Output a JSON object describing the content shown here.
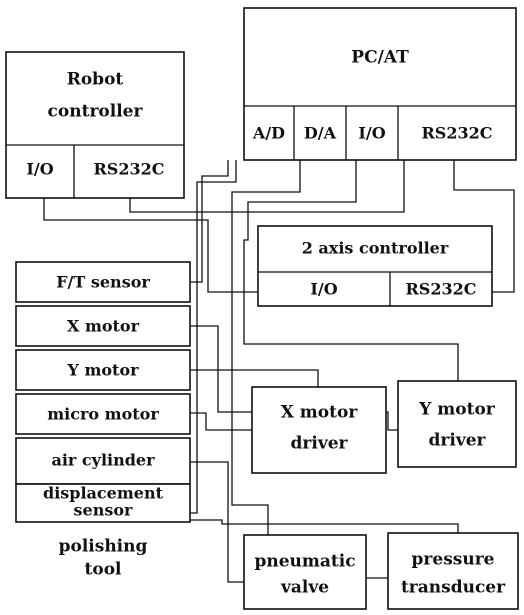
{
  "pc": {
    "title": "PC/AT",
    "ports": {
      "ad": "A/D",
      "da": "D/A",
      "io": "I/O",
      "rs232c": "RS232C"
    }
  },
  "robot_controller": {
    "title_line1": "Robot",
    "title_line2": "controller",
    "ports": {
      "io": "I/O",
      "rs232c": "RS232C"
    }
  },
  "axis_controller": {
    "title": "2 axis controller",
    "ports": {
      "io": "I/O",
      "rs232c": "RS232C"
    }
  },
  "polishing_tool": {
    "items": {
      "ft_sensor": "F/T sensor",
      "x_motor": "X motor",
      "y_motor": "Y motor",
      "micro_motor": "micro motor",
      "air_cylinder": "air cylinder",
      "displacement_line1": "displacement",
      "displacement_line2": "sensor"
    },
    "caption_line1": "polishing",
    "caption_line2": "tool"
  },
  "x_driver": {
    "line1": "X motor",
    "line2": "driver"
  },
  "y_driver": {
    "line1": "Y motor",
    "line2": "driver"
  },
  "pneumatic_valve": {
    "line1": "pneumatic",
    "line2": "valve"
  },
  "pressure_transducer": {
    "line1": "pressure",
    "line2": "transducer"
  }
}
